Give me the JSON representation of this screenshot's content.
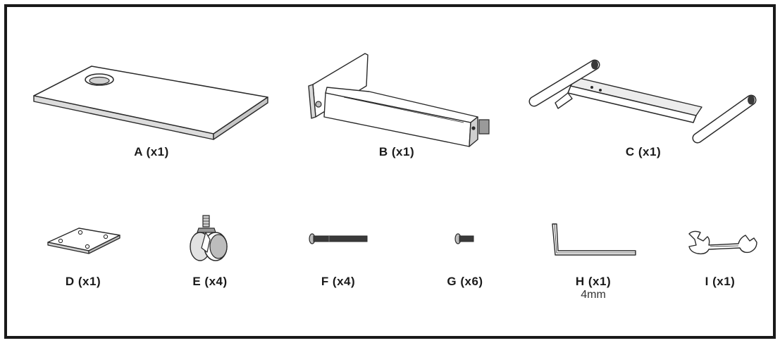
{
  "parts": {
    "a": {
      "label": "A (x1)",
      "icon": "tabletop-icon"
    },
    "b": {
      "label": "B (x1)",
      "icon": "crossbeam-icon"
    },
    "c": {
      "label": "C (x1)",
      "icon": "frame-icon"
    },
    "d": {
      "label": "D (x1)",
      "icon": "mounting-plate-icon"
    },
    "e": {
      "label": "E (x4)",
      "icon": "caster-wheel-icon"
    },
    "f": {
      "label": "F (x4)",
      "icon": "long-bolt-icon"
    },
    "g": {
      "label": "G (x6)",
      "icon": "short-bolt-icon"
    },
    "h": {
      "label": "H (x1)",
      "sublabel": "4mm",
      "icon": "allen-key-icon"
    },
    "i": {
      "label": "I (x1)",
      "icon": "wrench-icon"
    }
  },
  "colors": {
    "line": "#2a2a2a",
    "fill": "#ffffff",
    "shade": "#d9d9d9",
    "dark": "#3a3a3a"
  }
}
